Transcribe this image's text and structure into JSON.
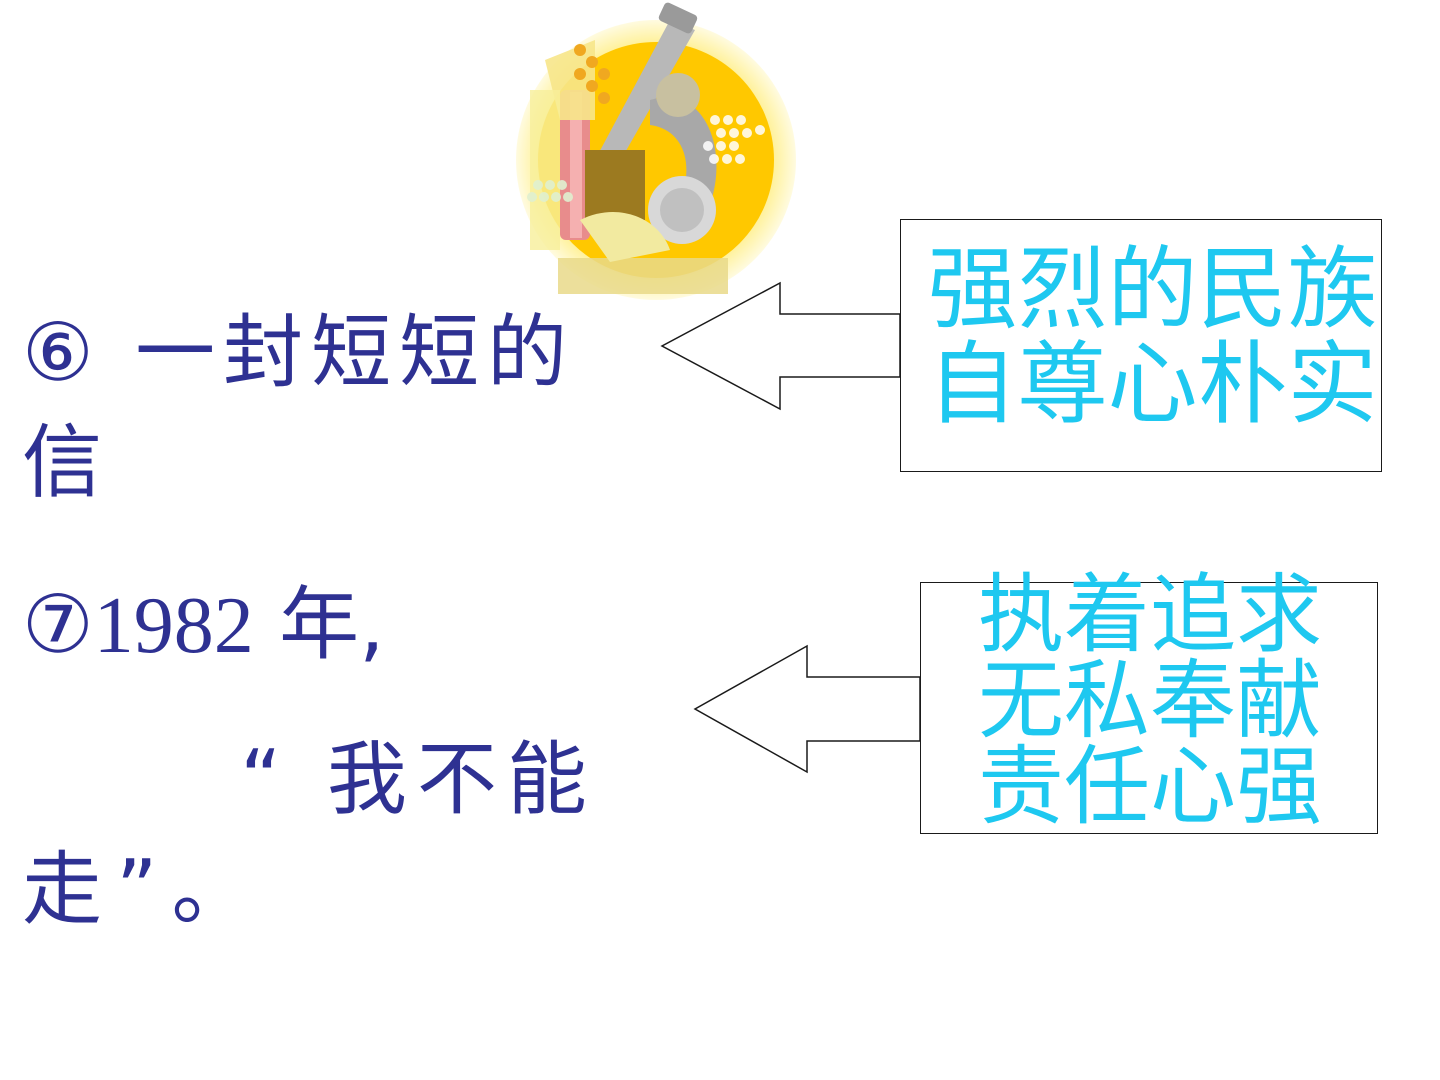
{
  "colors": {
    "body_text": "#2e3192",
    "callout_text": "#1ec8f0",
    "outline": "#1a1a1a"
  },
  "decoration": {
    "icon": "microscope-icon"
  },
  "items": {
    "item6_line1": "⑥ 一封短短的",
    "item6_line2": "信",
    "item7_prefix": "⑦",
    "item7_number": "1982",
    "item7_suffix": "年,",
    "item7_quote_line1": "“ 我不能",
    "item7_quote_line2": "走”。"
  },
  "callouts": {
    "first": {
      "line1": "强烈的民族",
      "line2": "自尊心朴实"
    },
    "second": {
      "line1": "执着追求",
      "line2": "无私奉献",
      "line3": "责任心强"
    }
  }
}
